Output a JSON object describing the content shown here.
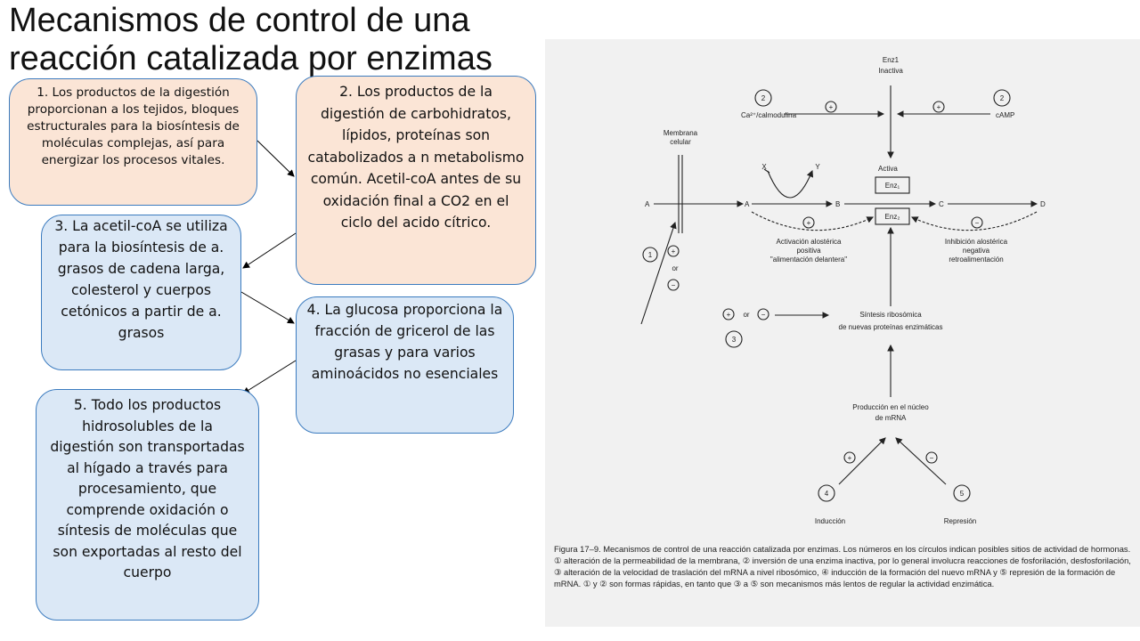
{
  "slide": {
    "title": "Mecanismos de control de una reacción catalizada por enzimas"
  },
  "boxes": {
    "b1": "1. Los productos de la digestión proporcionan a los tejidos, bloques estructurales para la biosíntesis de moléculas complejas, así para energizar los procesos vitales.",
    "b2": "2. Los productos de la digestión de carbohidratos, lípidos, proteínas son catabolizados a n metabolismo común. Acetil-coA antes de su oxidación final a CO2 en el ciclo del acido cítrico.",
    "b3": "3. La acetil-coA se utiliza para la biosíntesis de a. grasos de cadena larga, colesterol y cuerpos cetónicos a partir de a. grasos",
    "b4": "4. La glucosa proporciona la fracción de gricerol de las grasas y para varios aminoácidos no esenciales",
    "b5": "5. Todo los productos hidrosolubles de la digestión son transportadas al hígado a través para procesamiento, que comprende oxidación o síntesis de moléculas que son exportadas al resto del cuerpo"
  },
  "figure": {
    "enz1_line1": "Enz1",
    "enz1_line2": "Inactiva",
    "ca_label": "Ca²⁺/calmodulina",
    "camp_label": "cAMP",
    "membrana_line1": "Membrana",
    "membrana_line2": "celular",
    "x": "X",
    "y": "Y",
    "activa": "Activa",
    "enz1_box": "Enz₁",
    "enz2_box": "Enz₂",
    "a_left": "A",
    "a_right": "A",
    "b": "B",
    "c": "C",
    "d": "D",
    "activacion_line1": "Activación alostérica",
    "activacion_line2": "positiva",
    "activacion_line3": "\"alimentación delantera\"",
    "inhibicion_line1": "Inhibición alostérica",
    "inhibicion_line2": "negativa",
    "inhibicion_line3": "retroalimentación",
    "or1": "or",
    "or2": "or",
    "sintesis_line1": "Síntesis ribosómica",
    "sintesis_line2": "de nuevas proteínas enzimáticas",
    "produccion_line1": "Producción en el núcleo",
    "produccion_line2": "de mRNA",
    "induccion": "Inducción",
    "represion": "Represión",
    "n1": "1",
    "n2a": "2",
    "n2b": "2",
    "n3": "3",
    "n4": "4",
    "n5": "5",
    "plus": "+",
    "minus": "−",
    "caption": "Figura 17–9. Mecanismos de control de una reacción catalizada por enzimas. Los números en los círculos indican posibles sitios de actividad de hormonas. ① alteración de la permeabilidad de la membrana, ② inversión de una enzima inactiva, por lo general involucra reacciones de fosforilación, desfosforilación, ③ alteración de la velocidad de traslación del mRNA a nivel ribosómico, ④ inducción de la formación del nuevo mRNA y ⑤ represión de la formación de mRNA. ① y ② son formas rápidas, en tanto que ③ a ⑤ son mecanismos más lentos de regular la actividad enzimática."
  }
}
